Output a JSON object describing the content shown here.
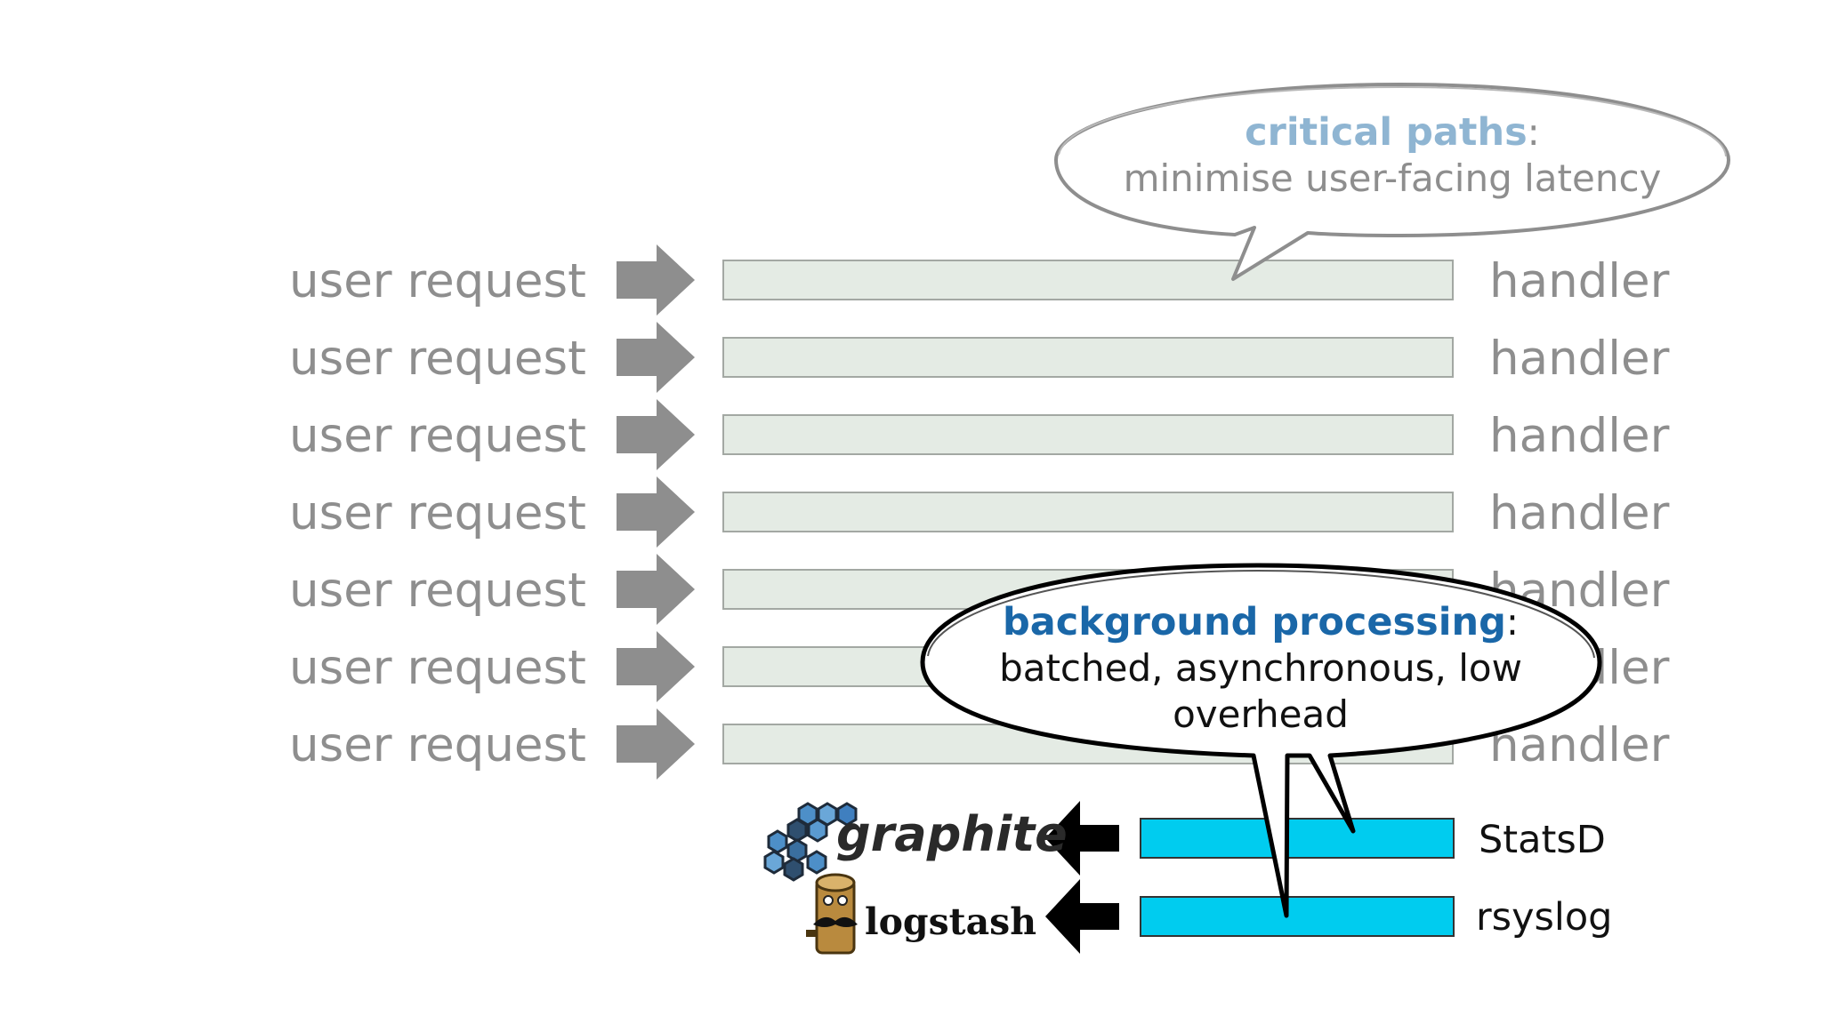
{
  "diagram": {
    "rows": [
      {
        "request_label": "user request",
        "handler_label": "handler"
      },
      {
        "request_label": "user request",
        "handler_label": "handler"
      },
      {
        "request_label": "user request",
        "handler_label": "handler"
      },
      {
        "request_label": "user request",
        "handler_label": "handler"
      },
      {
        "request_label": "user request",
        "handler_label": "handler"
      },
      {
        "request_label": "user request",
        "handler_label": "handler"
      },
      {
        "request_label": "user request",
        "handler_label": "handler"
      }
    ],
    "background_rows": [
      {
        "logo": "graphite",
        "label": "StatsD"
      },
      {
        "logo": "logstash",
        "label": "rsyslog"
      }
    ],
    "callout_top": {
      "title": "critical paths",
      "title_suffix": ":",
      "text": "minimise user-facing latency"
    },
    "callout_bottom": {
      "title": "background processing",
      "title_suffix": ":",
      "line1": "batched, asynchronous, low",
      "line2": "overhead"
    },
    "colors": {
      "handler_bar_fill": "#e4ebe4",
      "handler_bar_stroke": "#a3a8a3",
      "background_bar_fill": "#00ccef",
      "gray_arrow": "#8e8e8e",
      "black_arrow": "#000000",
      "light_accent": "#8fb5d2",
      "dark_accent": "#1a67a8"
    },
    "icons": {
      "request_arrow": "arrow-right-icon",
      "output_arrow": "arrow-left-icon",
      "graphite_logo": "graphite-hexagon-logo",
      "logstash_logo": "logstash-log-mascot-logo"
    }
  }
}
